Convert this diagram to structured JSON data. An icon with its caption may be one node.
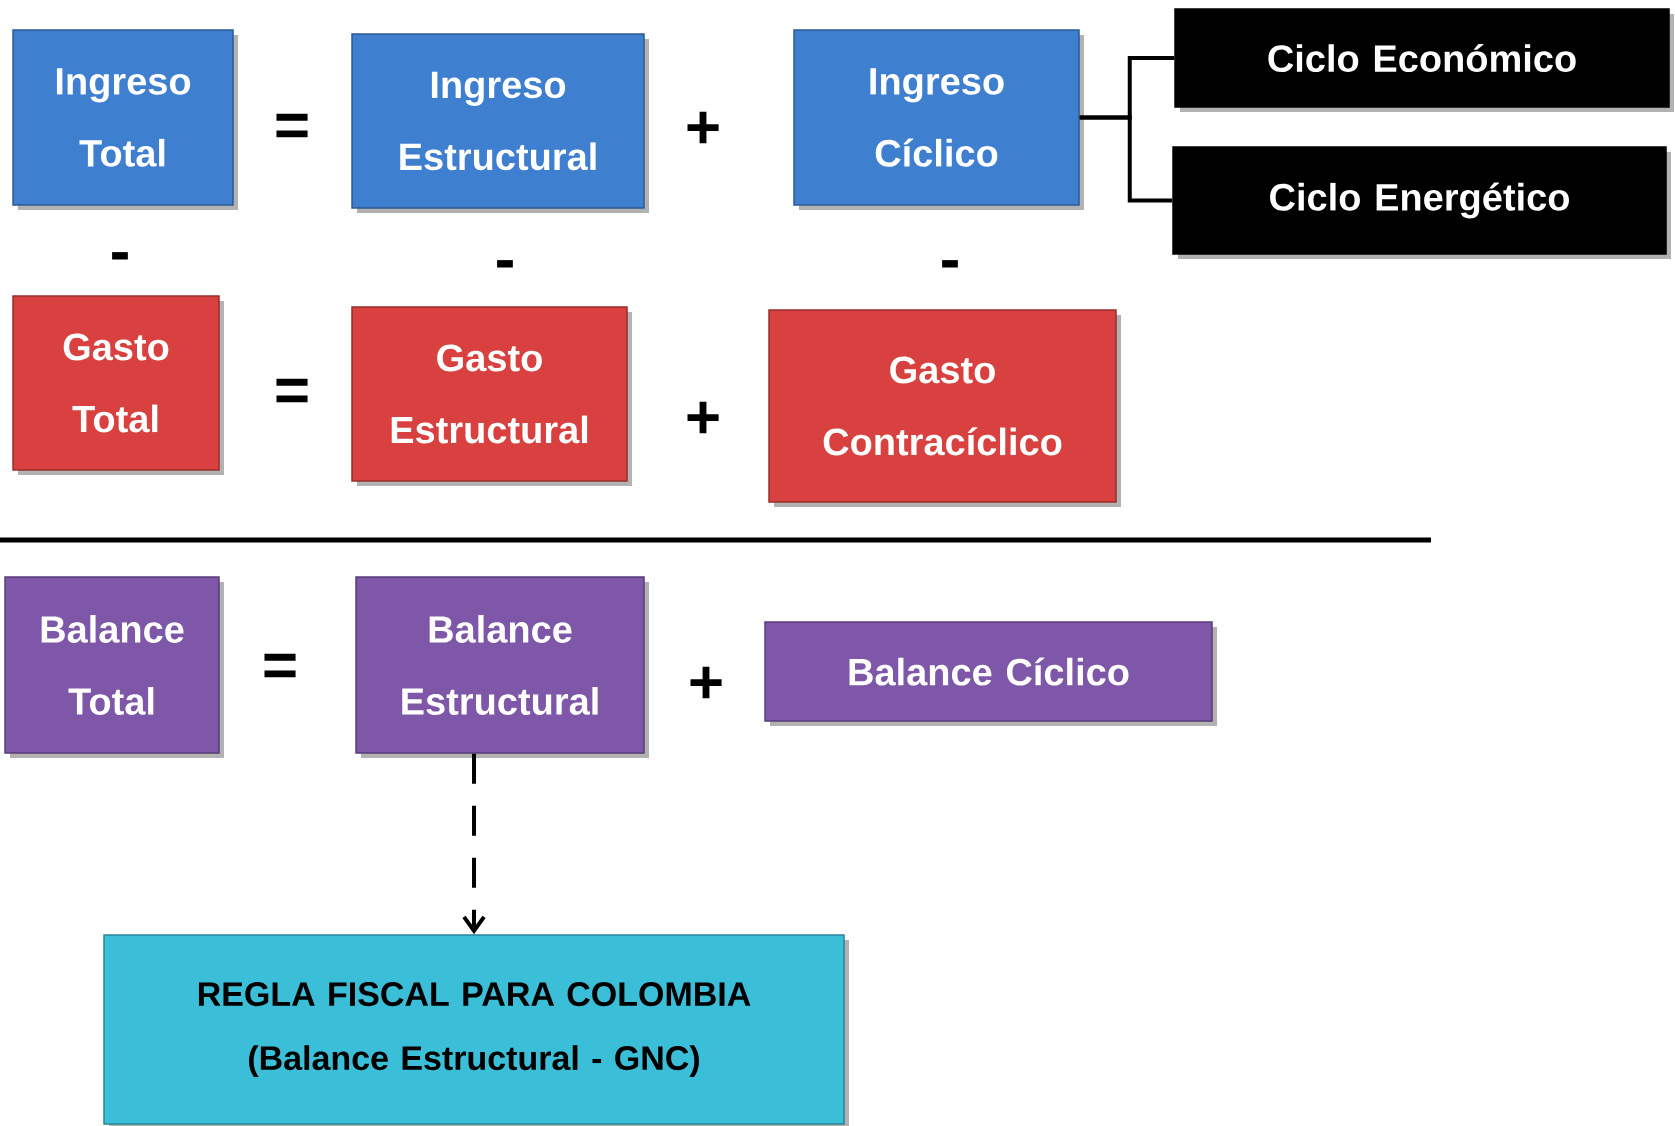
{
  "diagram": {
    "nodes": [
      {
        "text": [
          "Ingreso Total"
        ]
      },
      {
        "text": [
          "Ingreso Estructural"
        ]
      },
      {
        "text": [
          "Ingreso Cíclico"
        ]
      },
      {
        "text": [
          "Ciclo Económico"
        ]
      },
      {
        "text": [
          "Ciclo Energético"
        ]
      },
      {
        "text": [
          "Gasto Total"
        ]
      },
      {
        "text": [
          "Gasto Estructural"
        ]
      },
      {
        "text": [
          "Gasto Contracíclico"
        ]
      },
      {
        "text": [
          "Balance Total"
        ]
      },
      {
        "text": [
          "Balance Estructural"
        ]
      },
      {
        "text": [
          "Balance Cíclico"
        ]
      },
      {
        "text": [
          "REGLA FISCAL PARA COLOMBIA (Balance Estructural - GNC)"
        ]
      }
    ],
    "edges": [
      {
        "from": 2,
        "to": 3,
        "arrow": "none"
      },
      {
        "from": 2,
        "to": 4,
        "arrow": "none"
      },
      {
        "from": 9,
        "to": 11,
        "arrow": "to",
        "style": "dashed"
      }
    ],
    "labels": [
      "=",
      "+",
      "-",
      "-",
      "-",
      "=",
      "+",
      "=",
      "+"
    ]
  }
}
